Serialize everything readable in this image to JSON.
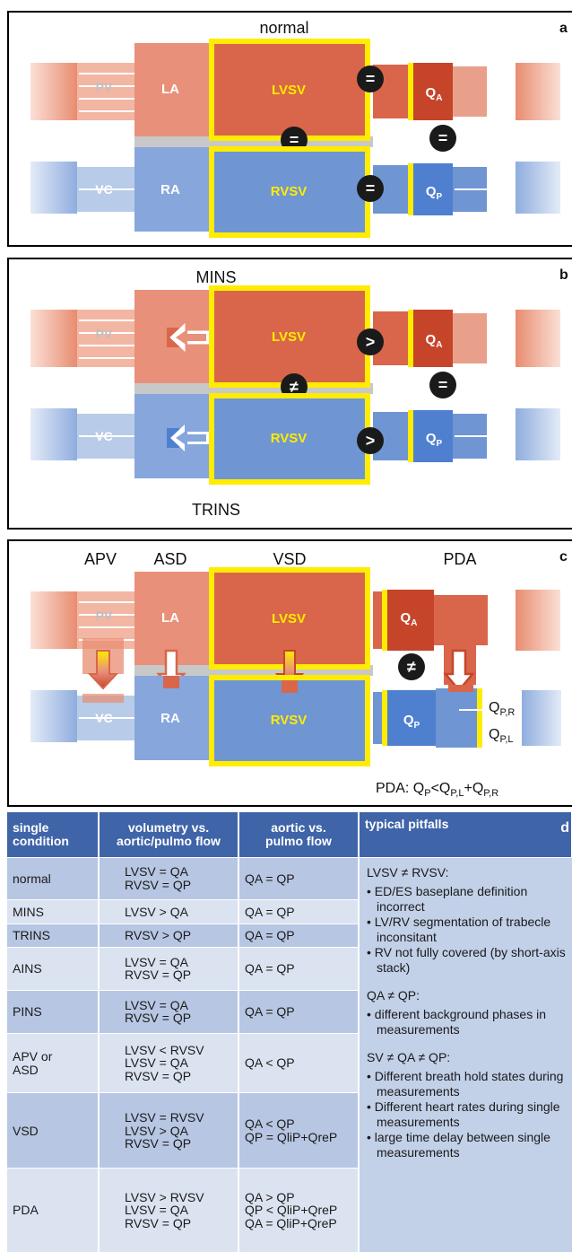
{
  "panels": [
    {
      "letter": "a",
      "top_label": "normal",
      "bottom_label": "",
      "labels": {
        "pv": "PV",
        "la": "LA",
        "lvsv": "LVSV",
        "qa": "Q",
        "qa_sub": "A",
        "vc": "VC",
        "ra": "RA",
        "rvsv": "RVSV",
        "qp": "Q",
        "qp_sub": "P"
      },
      "symbols": {
        "top_right": "=",
        "center": "=",
        "right": "=",
        "bottom_right": "="
      }
    },
    {
      "letter": "b",
      "top_label": "MINS",
      "bottom_label": "TRINS",
      "labels": {
        "pv": "PV",
        "lvsv": "LVSV",
        "qa": "Q",
        "qa_sub": "A",
        "vc": "VC",
        "rvsv": "RVSV",
        "qp": "Q",
        "qp_sub": "P"
      },
      "symbols": {
        "top_right": ">",
        "center": "≠",
        "right": "=",
        "bottom_right": ">"
      }
    },
    {
      "letter": "c",
      "column_labels": [
        "APV",
        "ASD",
        "VSD",
        "PDA"
      ],
      "labels": {
        "pv": "PV",
        "la": "LA",
        "lvsv": "LVSV",
        "qa": "Q",
        "qa_sub": "A",
        "vc": "VC",
        "ra": "RA",
        "rvsv": "RVSV",
        "qp": "Q",
        "qp_sub": "P",
        "qpr": "Q",
        "qpr_sub": "P,R",
        "qpl": "Q",
        "qpl_sub": "P,L"
      },
      "symbols": {
        "mid": "≠"
      },
      "formula": {
        "prefix": "PDA: Q",
        "s1": "P",
        "lt": "<Q",
        "s2": "P,L",
        "plus": "+Q",
        "s3": "P,R"
      }
    }
  ],
  "table": {
    "letter": "d",
    "headers": [
      "single\ncondition",
      "volumetry vs.\naortic/pulmo flow",
      "aortic vs.\npulmo flow",
      "typical pitfalls"
    ],
    "rows": [
      {
        "condition": "normal",
        "volumetry": "LVSV  =  QA\nRVSV  =  QP",
        "flow": "QA  =  QP"
      },
      {
        "condition": "MINS",
        "volumetry": "LVSV  >  QA",
        "flow": "QA  =  QP"
      },
      {
        "condition": "TRINS",
        "volumetry": "RVSV  >  QP",
        "flow": "QA  =  QP"
      },
      {
        "condition": "AINS",
        "volumetry": "LVSV  =  QA\nRVSV  =  QP",
        "flow": "QA  =  QP"
      },
      {
        "condition": "PINS",
        "volumetry": "LVSV  =  QA\nRVSV  =  QP",
        "flow": "QA  =  QP"
      },
      {
        "condition": "APV or\nASD",
        "volumetry": "LVSV  <  RVSV\nLVSV  =  QA\nRVSV  =  QP",
        "flow": "QA  <  QP"
      },
      {
        "condition": "VSD",
        "volumetry": "LVSV  =  RVSV\nLVSV  >  QA\nRVSV  =  QP",
        "flow": "QA  <  QP\nQP  =  QliP+QreP"
      },
      {
        "condition": "PDA",
        "volumetry": "LVSV  >  RVSV\nLVSV  =  QA\nRVSV  =  QP",
        "flow": "QA  >  QP\nQP  <  QliP+QreP\nQA  =  QliP+QreP"
      }
    ],
    "pitfalls": [
      {
        "title": "LVSV ≠ RVSV:",
        "items": [
          "ED/ES baseplane definition incorrect",
          "LV/RV segmentation of trabecle inconsitant",
          "RV not fully covered (by short-axis stack)"
        ]
      },
      {
        "title": "QA ≠ QP:",
        "items": [
          "different background phases in measurements"
        ]
      },
      {
        "title": "SV ≠ QA ≠ QP:",
        "items": [
          "Different breath hold states during measurements",
          "Different heart rates during single measurements",
          "large time delay between single measurements"
        ]
      }
    ]
  },
  "colors": {
    "red_dark": "#d9664a",
    "red_light": "#f0b39f",
    "blue_dark": "#6f95d3",
    "blue_light": "#b8cbe8",
    "yellow": "#ffec00",
    "septum": "#c8c8c8",
    "header": "#3f64a8"
  }
}
